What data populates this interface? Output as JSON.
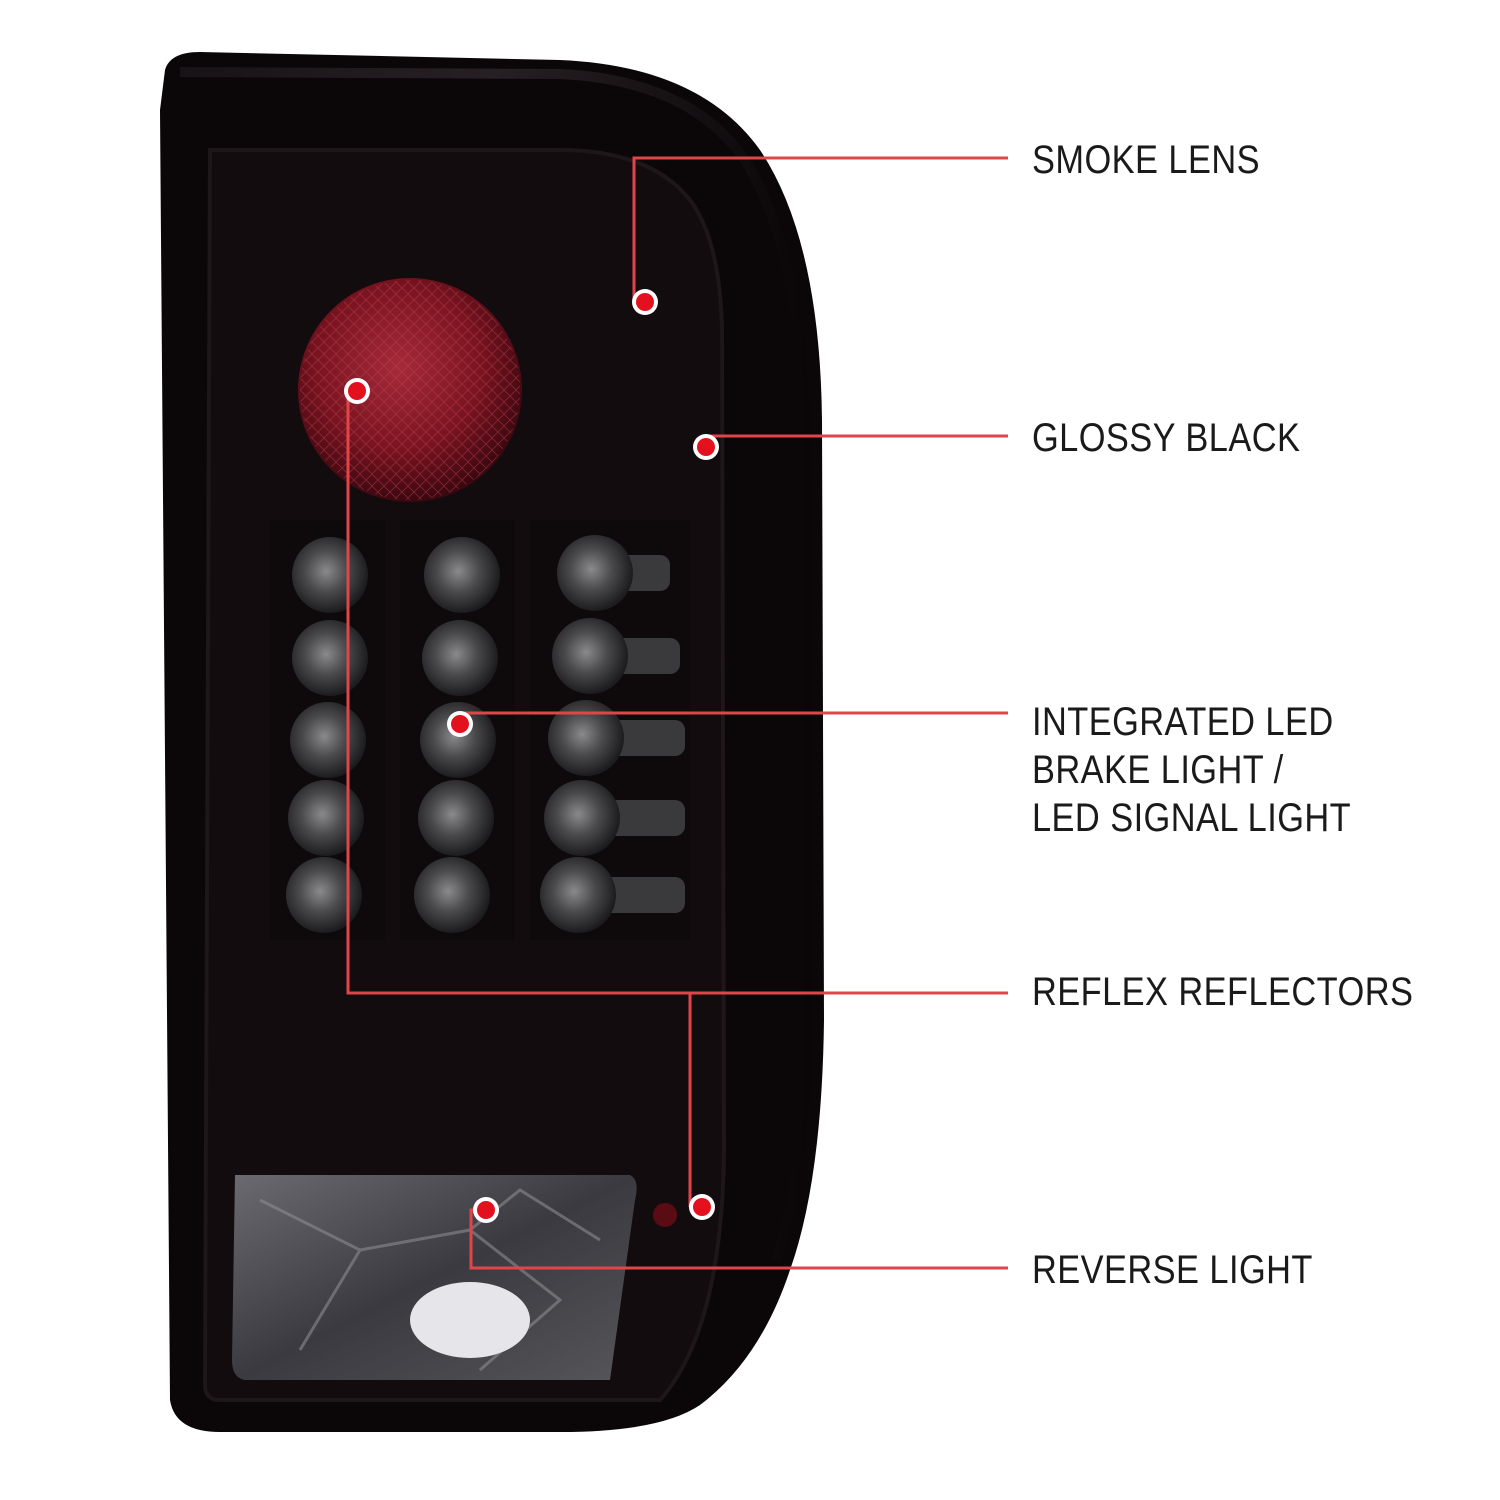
{
  "callouts": {
    "smoke_lens": "SMOKE LENS",
    "glossy_black": "GLOSSY BLACK",
    "integrated_led": {
      "line1": "INTEGRATED LED",
      "line2": "BRAKE LIGHT /",
      "line3": "LED SIGNAL LIGHT"
    },
    "reflex_reflectors": "REFLEX REFLECTORS",
    "reverse_light": "REVERSE LIGHT"
  },
  "colors": {
    "callout_line": "#e0454a",
    "callout_dot": "#e3111e",
    "housing": "#0b0709",
    "reflector": "#7a1420"
  }
}
